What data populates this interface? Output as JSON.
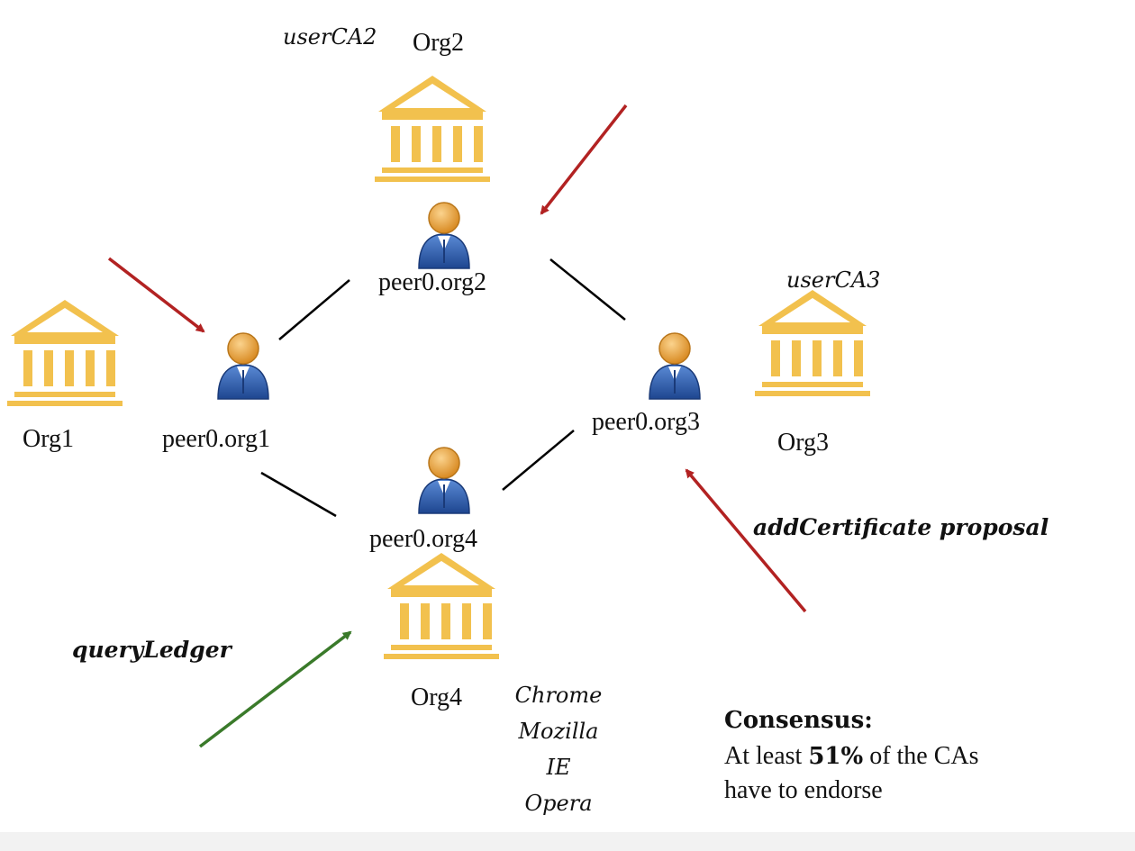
{
  "orgs": {
    "org1": "Org1",
    "org2": "Org2",
    "org3": "Org3",
    "org4": "Org4"
  },
  "peers": {
    "peer1": "peer0.org1",
    "peer2": "peer0.org2",
    "peer3": "peer0.org3",
    "peer4": "peer0.org4"
  },
  "ca_labels": {
    "org2": "userCA2",
    "org3": "userCA3"
  },
  "actions": {
    "add_certificate": "addCertificate proposal",
    "query_ledger": "queryLedger"
  },
  "browsers": [
    "Chrome",
    "Mozilla",
    "IE",
    "Opera"
  ],
  "consensus": {
    "heading": "Consensus:",
    "line1_prefix": "At least ",
    "percent": "51%",
    "line1_suffix": " of the CAs",
    "line2": "have to endorse"
  },
  "colors": {
    "building": "#F2C14E",
    "person_head": "#E8A33D",
    "person_body": "#2E5FA8",
    "red_arrow": "#B22222",
    "green_arrow": "#3A7A2A",
    "connector": "#000000"
  }
}
